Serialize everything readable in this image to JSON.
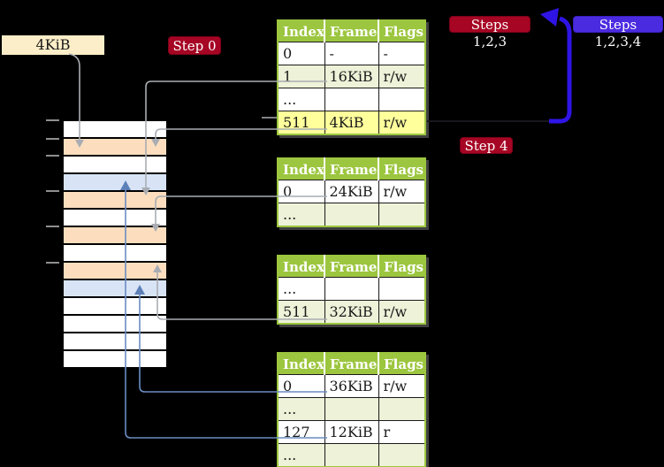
{
  "diagram": {
    "frame_size_label": "4KiB",
    "badges": {
      "step0": "Step 0",
      "steps_123": "Steps 1,2,3",
      "steps_1234": "Steps 1,2,3,4",
      "step4": "Step 4"
    },
    "colors": {
      "background": "#000000",
      "badge_red": "#A60524",
      "badge_blue": "#4B2BE0",
      "recursion_arrow_blue": "#2F14E6",
      "connector_gray": "#A9ADB3",
      "connector_steel_blue": "#6A8CC2",
      "table_header_green": "#9CC63F",
      "table_row_pale_green": "#EDF2D8",
      "highlight_yellow": "#FFFF9C",
      "memory_page_table_frame": "#FCDEBE",
      "memory_mapped_frame": "#D8E4F6",
      "frame_label_wheat": "#FCEEC8"
    },
    "memory_column": {
      "row_types": [
        "free",
        "page-table",
        "free",
        "mapped-page",
        "page-table",
        "free",
        "page-table",
        "free",
        "page-table",
        "mapped-page",
        "free",
        "free",
        "free",
        "free"
      ]
    },
    "tables": [
      {
        "headers": [
          "Index",
          "Frame",
          "Flags"
        ],
        "rows": [
          {
            "index": "0",
            "frame": "-",
            "flags": "-"
          },
          {
            "index": "1",
            "frame": "16KiB",
            "flags": "r/w"
          },
          {
            "index": "...",
            "frame": "",
            "flags": ""
          },
          {
            "index": "511",
            "frame": "4KiB",
            "flags": "r/w"
          }
        ]
      },
      {
        "headers": [
          "Index",
          "Frame",
          "Flags"
        ],
        "rows": [
          {
            "index": "0",
            "frame": "24KiB",
            "flags": "r/w"
          },
          {
            "index": "...",
            "frame": "",
            "flags": ""
          }
        ]
      },
      {
        "headers": [
          "Index",
          "Frame",
          "Flags"
        ],
        "rows": [
          {
            "index": "...",
            "frame": "",
            "flags": ""
          },
          {
            "index": "511",
            "frame": "32KiB",
            "flags": "r/w"
          }
        ]
      },
      {
        "headers": [
          "Index",
          "Frame",
          "Flags"
        ],
        "rows": [
          {
            "index": "0",
            "frame": "36KiB",
            "flags": "r/w"
          },
          {
            "index": "...",
            "frame": "",
            "flags": ""
          },
          {
            "index": "127",
            "frame": "12KiB",
            "flags": "r"
          },
          {
            "index": "...",
            "frame": "",
            "flags": ""
          }
        ]
      }
    ],
    "connections": [
      {
        "from": "frame-size-label",
        "to": "memory-frame-4KiB",
        "style": "gray-arrow"
      },
      {
        "from": "table-0-entry-1",
        "to": "memory-frame-16KiB",
        "style": "gray-arrow"
      },
      {
        "from": "table-0-entry-511",
        "to": "memory-frame-4KiB",
        "style": "gray-arrow"
      },
      {
        "from": "table-1-entry-0",
        "to": "memory-frame-24KiB",
        "style": "gray-arrow"
      },
      {
        "from": "table-2-entry-511",
        "to": "memory-frame-32KiB",
        "style": "gray-arrow"
      },
      {
        "from": "table-3-entry-0",
        "to": "memory-frame-36KiB",
        "style": "steel-blue-arrow"
      },
      {
        "from": "table-3-entry-127",
        "to": "memory-frame-12KiB",
        "style": "steel-blue-arrow"
      },
      {
        "from": "table-0-entry-511",
        "to": "table-0-top",
        "style": "thick-blue-recursion-arrow"
      }
    ]
  }
}
